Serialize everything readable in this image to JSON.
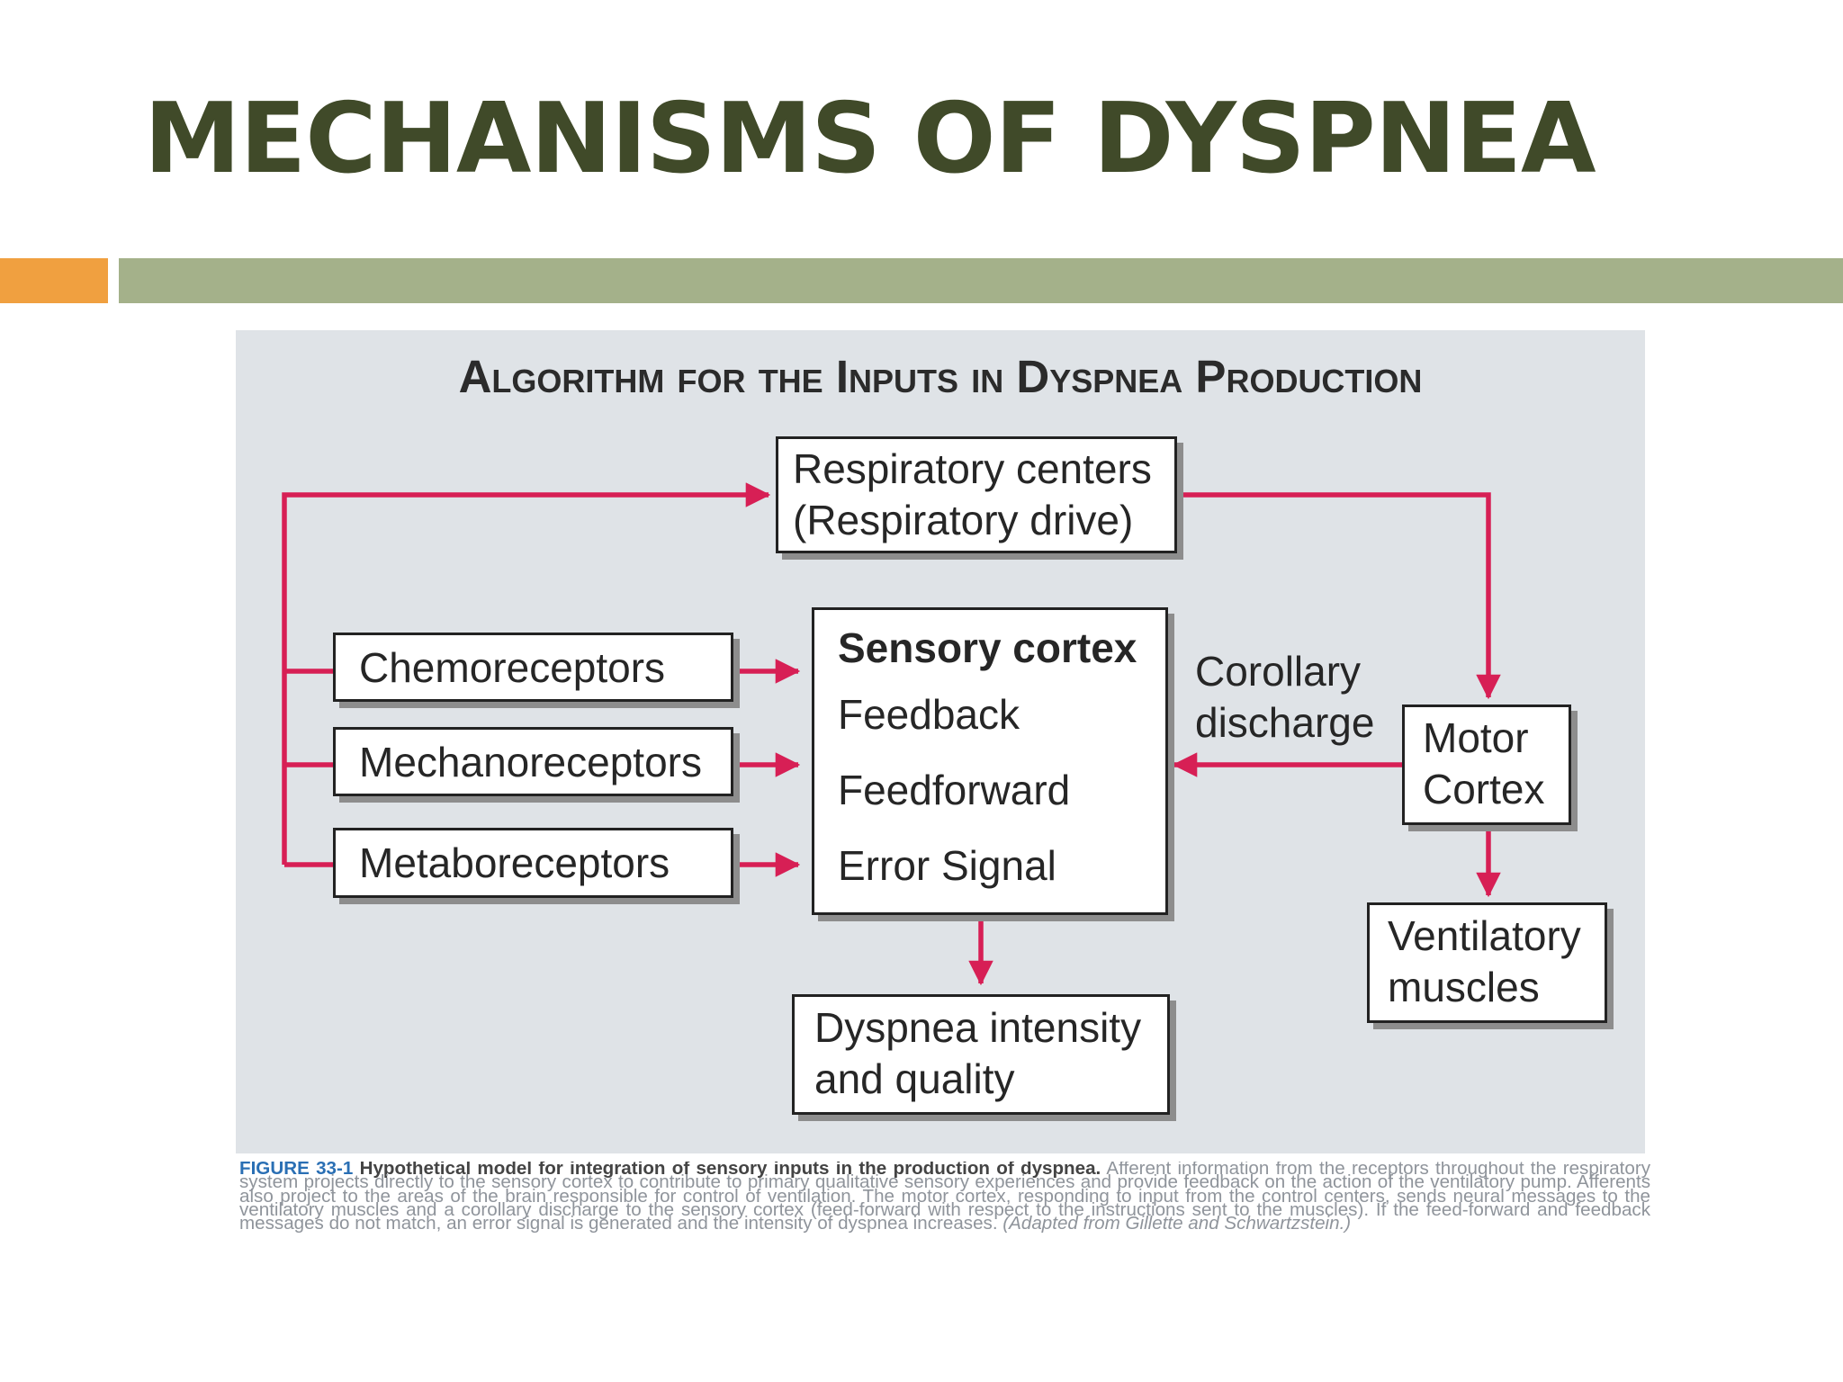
{
  "slide": {
    "title": "MECHANISMS OF DYSPNEA",
    "colors": {
      "title": "#404a29",
      "accent_orange": "#f0a040",
      "accent_green": "#a4b18a"
    }
  },
  "figure": {
    "heading": "Algorithm for the Inputs in Dyspnea Production",
    "colors": {
      "panel": "#dfe3e7",
      "arrow": "#d71f55",
      "box_border": "#222222",
      "box_shadow": "#8d8d8d"
    },
    "nodes": {
      "respiratory_centers": [
        "Respiratory centers",
        "(Respiratory drive)"
      ],
      "chemoreceptors": "Chemoreceptors",
      "mechanoreceptors": "Mechanoreceptors",
      "metaboreceptors": "Metaboreceptors",
      "sensory_cortex": {
        "title": "Sensory cortex",
        "items": [
          "Feedback",
          "Feedforward",
          "Error Signal"
        ]
      },
      "corollary_discharge": [
        "Corollary",
        "discharge"
      ],
      "motor_cortex": [
        "Motor",
        "Cortex"
      ],
      "ventilatory_muscles": [
        "Ventilatory",
        "muscles"
      ],
      "dyspnea_intensity": [
        "Dyspnea intensity",
        "and quality"
      ]
    },
    "edges": [
      {
        "from": "receptor-trunk",
        "to": "respiratory_centers"
      },
      {
        "from": "respiratory_centers",
        "to": "motor_cortex"
      },
      {
        "from": "chemoreceptors",
        "to": "sensory_cortex"
      },
      {
        "from": "mechanoreceptors",
        "to": "sensory_cortex"
      },
      {
        "from": "metaboreceptors",
        "to": "sensory_cortex"
      },
      {
        "from": "motor_cortex",
        "to": "sensory_cortex",
        "label": "corollary_discharge"
      },
      {
        "from": "motor_cortex",
        "to": "ventilatory_muscles"
      },
      {
        "from": "sensory_cortex",
        "to": "dyspnea_intensity"
      }
    ]
  },
  "caption": {
    "label": "FIGURE 33-1",
    "lead": "Hypothetical model for integration of sensory inputs in the production of dyspnea.",
    "body": "Afferent information from the receptors throughout the respiratory system projects directly to the sensory cortex to contribute to primary qualitative sensory experiences and provide feedback on the action of the ventilatory pump. Afferents also project to the areas of the brain responsible for control of ventilation. The motor cortex, responding to input from the control centers, sends neural messages to the ventilatory muscles and a corollary discharge to the sensory cortex (feed-forward with respect to the instructions sent to the muscles). If the feed-forward and feedback messages do not match, an error signal is generated and the intensity of dyspnea increases.",
    "credit": "(Adapted from Gillette and Schwartzstein.)"
  }
}
